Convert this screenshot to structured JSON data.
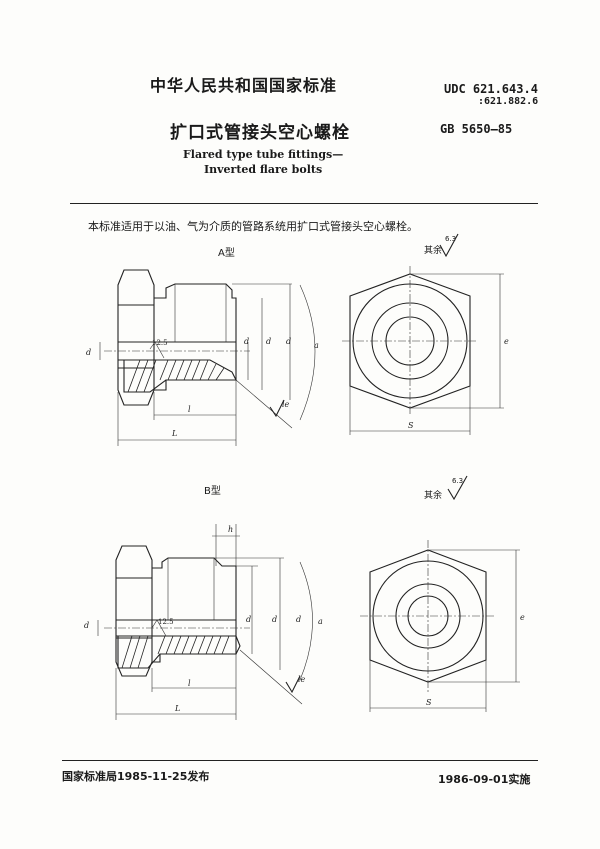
{
  "header": {
    "standard_org": "中华人民共和国国家标准",
    "udc_line1": "UDC 621.643.4",
    "udc_line2": ":621.882.6",
    "gb_code": "GB 5650—85"
  },
  "title": {
    "cn": "扩口式管接头空心螺栓",
    "en_line1": "Flared type tube fittings—",
    "en_line2": "Inverted flare bolts"
  },
  "scope_text": "本标准适用于以油、气为介质的管路系统用扩口式管接头空心螺栓。",
  "figures": [
    {
      "type_label": "A型",
      "roughness_note": "其余",
      "roughness_value": "6.3",
      "inner_roughness": "12.5",
      "dims": {
        "d0": "d₀",
        "d4": "d₄",
        "d2": "d₂",
        "d1": "d₁",
        "a": "a",
        "l": "l",
        "L": "L",
        "S": "S",
        "e": "e",
        "le": "l_e"
      }
    },
    {
      "type_label": "B型",
      "roughness_note": "其余",
      "roughness_value": "6.3",
      "inner_roughness": "12.5",
      "dims": {
        "d0": "d₀",
        "d4": "d₄",
        "d2": "d₂",
        "d1": "d₁",
        "a": "a",
        "l": "l",
        "L": "L",
        "S": "S",
        "e": "e",
        "h": "h",
        "le": "l_e"
      }
    }
  ],
  "footer": {
    "issued": "国家标准局1985-11-25发布",
    "effective": "1986-09-01实施"
  }
}
